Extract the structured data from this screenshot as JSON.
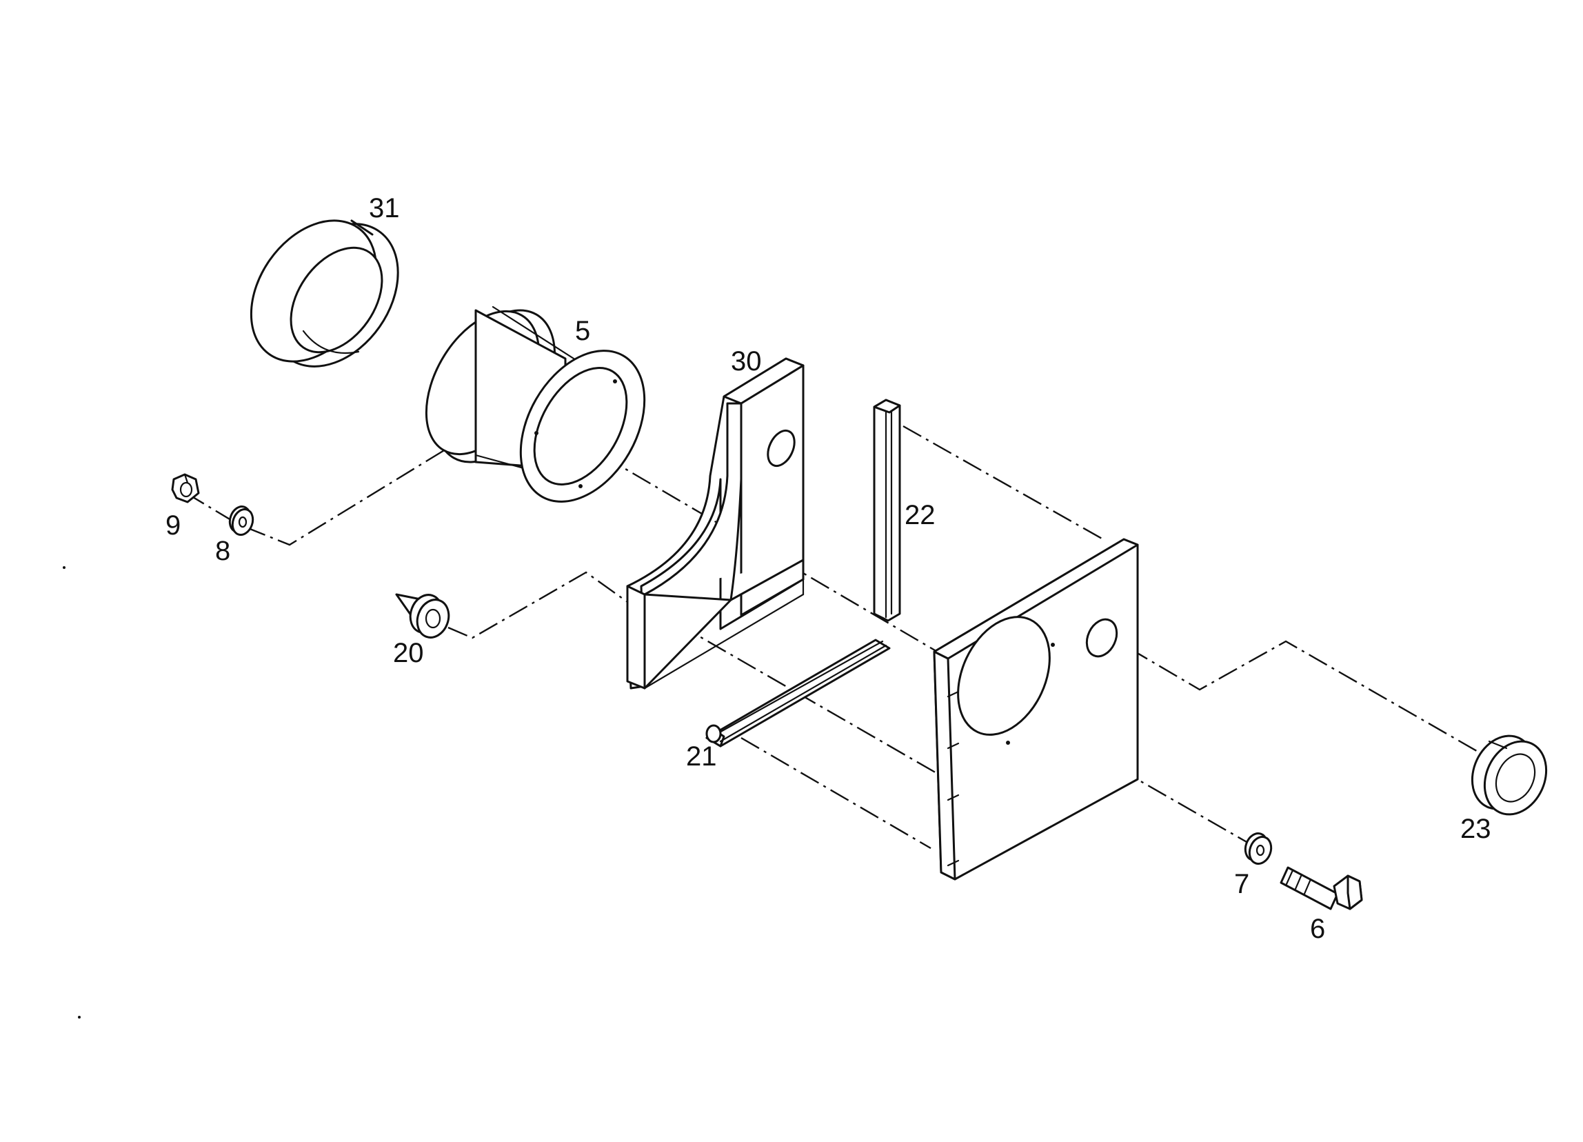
{
  "diagram": {
    "parts": [
      {
        "id": "p31",
        "label": "31",
        "icon": "ring-icon"
      },
      {
        "id": "p5",
        "label": "5",
        "icon": "flanged-bushing-icon"
      },
      {
        "id": "p30",
        "label": "30",
        "icon": "bracket-icon"
      },
      {
        "id": "p22",
        "label": "22",
        "icon": "channel-strip-icon"
      },
      {
        "id": "p9",
        "label": "9",
        "icon": "hex-nut-icon"
      },
      {
        "id": "p8",
        "label": "8",
        "icon": "washer-icon"
      },
      {
        "id": "p20",
        "label": "20",
        "icon": "grommet-icon"
      },
      {
        "id": "p21",
        "label": "21",
        "icon": "channel-strip-icon"
      },
      {
        "id": "p7",
        "label": "7",
        "icon": "washer-icon"
      },
      {
        "id": "p6",
        "label": "6",
        "icon": "bolt-icon"
      },
      {
        "id": "p23",
        "label": "23",
        "icon": "grommet-icon"
      }
    ],
    "colors": {
      "ink": "#111111",
      "background": "#ffffff"
    }
  }
}
